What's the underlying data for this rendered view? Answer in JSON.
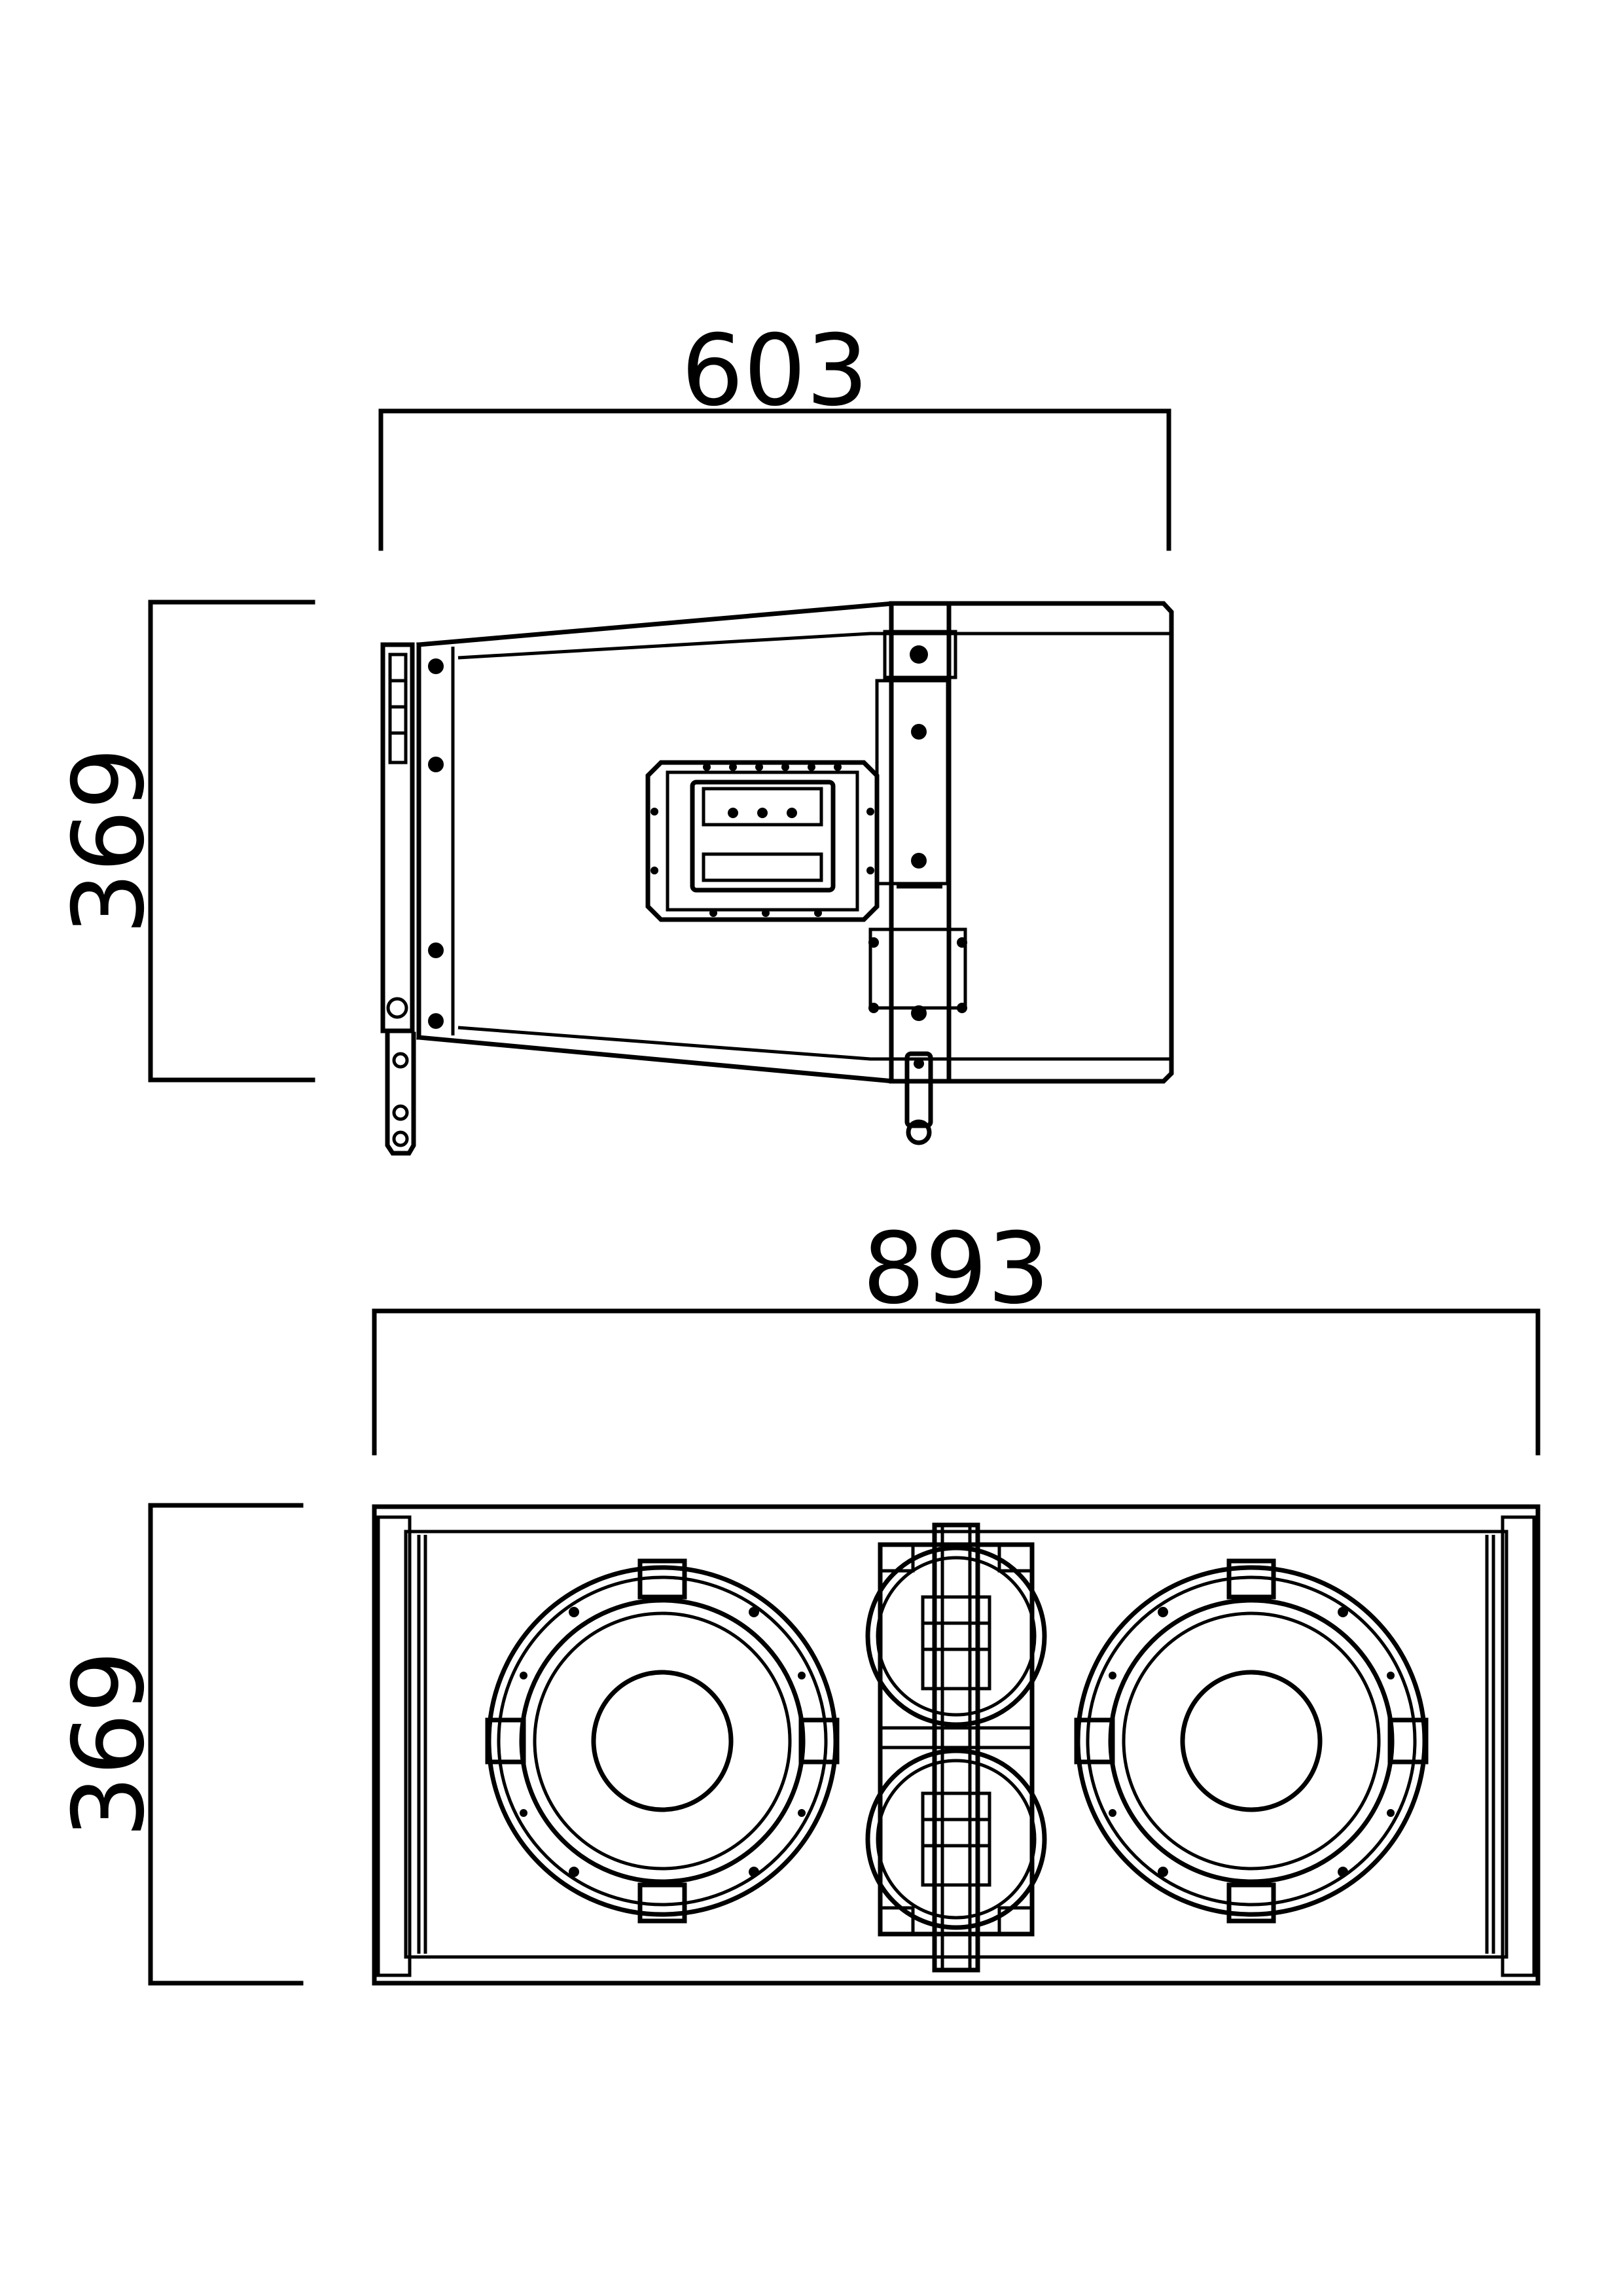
{
  "side_view": {
    "width_label": "603",
    "height_label": "369"
  },
  "front_view": {
    "width_label": "893",
    "height_label": "369"
  }
}
